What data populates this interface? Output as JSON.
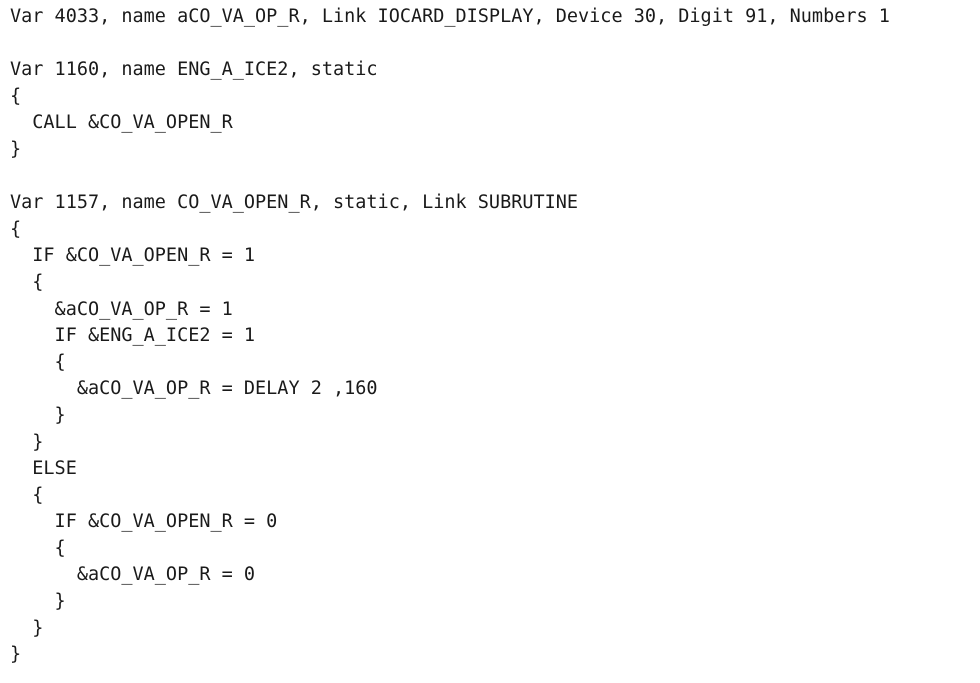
{
  "code": {
    "lines": [
      "Var 4033, name aCO_VA_OP_R, Link IOCARD_DISPLAY, Device 30, Digit 91, Numbers 1",
      "",
      "Var 1160, name ENG_A_ICE2, static",
      "{",
      "  CALL &CO_VA_OPEN_R",
      "}",
      "",
      "Var 1157, name CO_VA_OPEN_R, static, Link SUBRUTINE",
      "{",
      "  IF &CO_VA_OPEN_R = 1",
      "  {",
      "    &aCO_VA_OP_R = 1",
      "    IF &ENG_A_ICE2 = 1",
      "    {",
      "      &aCO_VA_OP_R = DELAY 2 ,160",
      "    }",
      "  }",
      "  ELSE",
      "  {",
      "    IF &CO_VA_OPEN_R = 0",
      "    {",
      "      &aCO_VA_OP_R = 0",
      "    }",
      "  }",
      "}"
    ]
  }
}
